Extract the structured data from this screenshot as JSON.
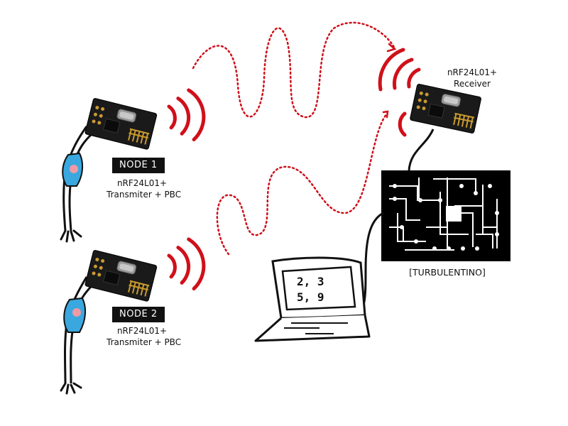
{
  "nodes": [
    {
      "label": "NODE 1",
      "line1": "nRF24L01+",
      "line2": "Transmiter +  PBC"
    },
    {
      "label": "NODE 2",
      "line1": "nRF24L01+",
      "line2": "Transmiter +  PBC"
    }
  ],
  "receiver": {
    "line1": "nRF24L01+",
    "line2": "Receiver"
  },
  "board": {
    "label": "[TURBULENTINO]"
  },
  "screen": {
    "row1": "2, 3",
    "row2": "5, 9"
  },
  "icons": [
    "radio-module-icon",
    "wifi-waves-icon",
    "arm-icon",
    "pcb-board-icon",
    "laptop-icon"
  ],
  "colors": {
    "signal": "#d0101a",
    "ink": "#111111",
    "skin": "#3aa8df",
    "highlight": "#f19aa6"
  }
}
